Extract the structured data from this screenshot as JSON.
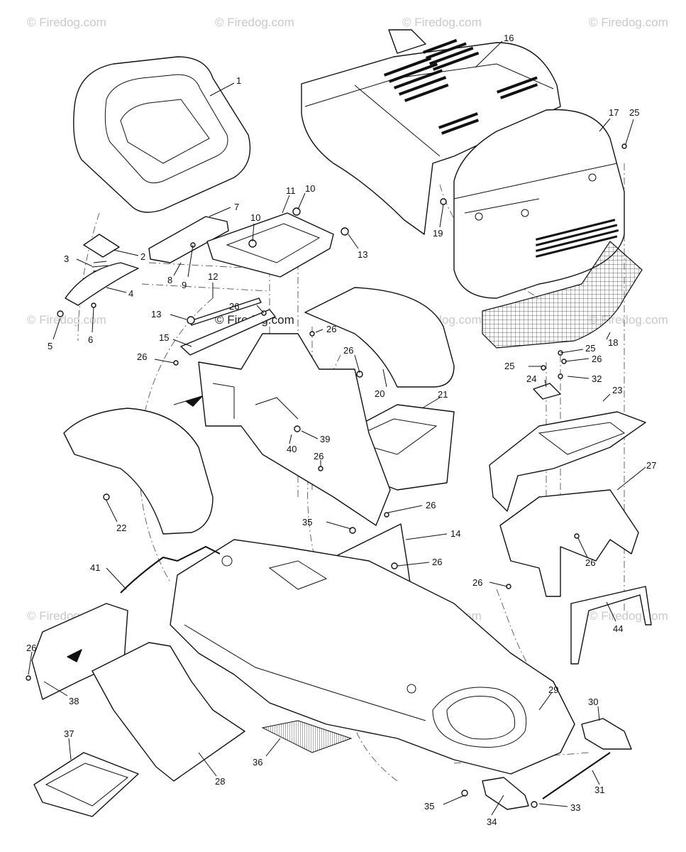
{
  "watermark": {
    "light": "© Firedog.com",
    "dark": "© Firedog.com"
  },
  "callouts": [
    "1",
    "16",
    "17",
    "25",
    "7",
    "11",
    "10",
    "10",
    "13",
    "2",
    "3",
    "8",
    "9",
    "4",
    "12",
    "26",
    "13",
    "5",
    "6",
    "15",
    "26",
    "26",
    "26",
    "20",
    "21",
    "19",
    "18",
    "25",
    "26",
    "25",
    "32",
    "24",
    "23",
    "39",
    "40",
    "26",
    "22",
    "35",
    "26",
    "14",
    "27",
    "41",
    "26",
    "26",
    "26",
    "44",
    "26",
    "38",
    "29",
    "30",
    "37",
    "36",
    "28",
    "31",
    "35",
    "34",
    "33"
  ],
  "colors": {
    "line": "#111111",
    "watermark": "#c9c9c9",
    "background": "#ffffff"
  }
}
